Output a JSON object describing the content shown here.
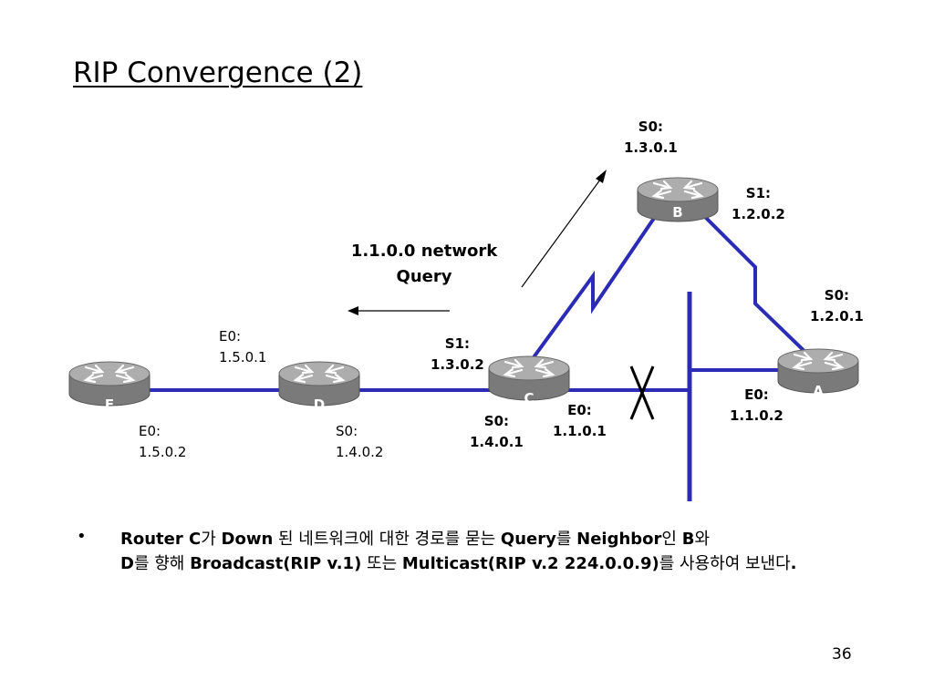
{
  "title": "RIP Convergence (2)",
  "routers": {
    "A": "A",
    "B": "B",
    "C": "C",
    "D": "D",
    "E": "E"
  },
  "interfaces": {
    "b_s0": [
      "S0:",
      "1.3.0.1"
    ],
    "b_s1": [
      "S1:",
      "1.2.0.2"
    ],
    "a_s0": [
      "S0:",
      "1.2.0.1"
    ],
    "a_e0": [
      "E0:",
      "1.1.0.2"
    ],
    "c_s1": [
      "S1:",
      "1.3.0.2"
    ],
    "c_s0": [
      "S0:",
      "1.4.0.1"
    ],
    "c_e0": [
      "E0:",
      "1.1.0.1"
    ],
    "d_e0": [
      "E0:",
      "1.5.0.1"
    ],
    "d_s0": [
      "S0:",
      "1.4.0.2"
    ],
    "e_e0": [
      "E0:",
      "1.5.0.2"
    ]
  },
  "query": [
    "1.1.0.0 network",
    "Query"
  ],
  "bullet": "•",
  "caption": [
    {
      "t": "Router C",
      "b": true
    },
    {
      "t": "가 ",
      "b": false
    },
    {
      "t": "Down",
      "b": true
    },
    {
      "t": " 된 네트워크에 대한 경로를 묻는 ",
      "b": false
    },
    {
      "t": "Query",
      "b": true
    },
    {
      "t": "를 ",
      "b": false
    },
    {
      "t": "Neighbor",
      "b": true
    },
    {
      "t": "인 ",
      "b": false
    },
    {
      "t": "B",
      "b": true
    },
    {
      "t": "와 ",
      "b": false
    },
    {
      "t": "D",
      "b": true
    },
    {
      "t": "를 향해 ",
      "b": false
    },
    {
      "t": "Broadcast(RIP v.1)",
      "b": true
    },
    {
      "t": " 또는 ",
      "b": false
    },
    {
      "t": "Multicast(RIP v.2 224.0.0.9)",
      "b": true
    },
    {
      "t": "를 사용하여 보낸다",
      "b": false
    },
    {
      "t": ".",
      "b": true
    }
  ],
  "page_number": "36",
  "colors": {
    "link": "#2b2bb5",
    "router_top": "#a9a9a9",
    "router_side": "#7a7a7a",
    "router_label": "#ffffff"
  }
}
